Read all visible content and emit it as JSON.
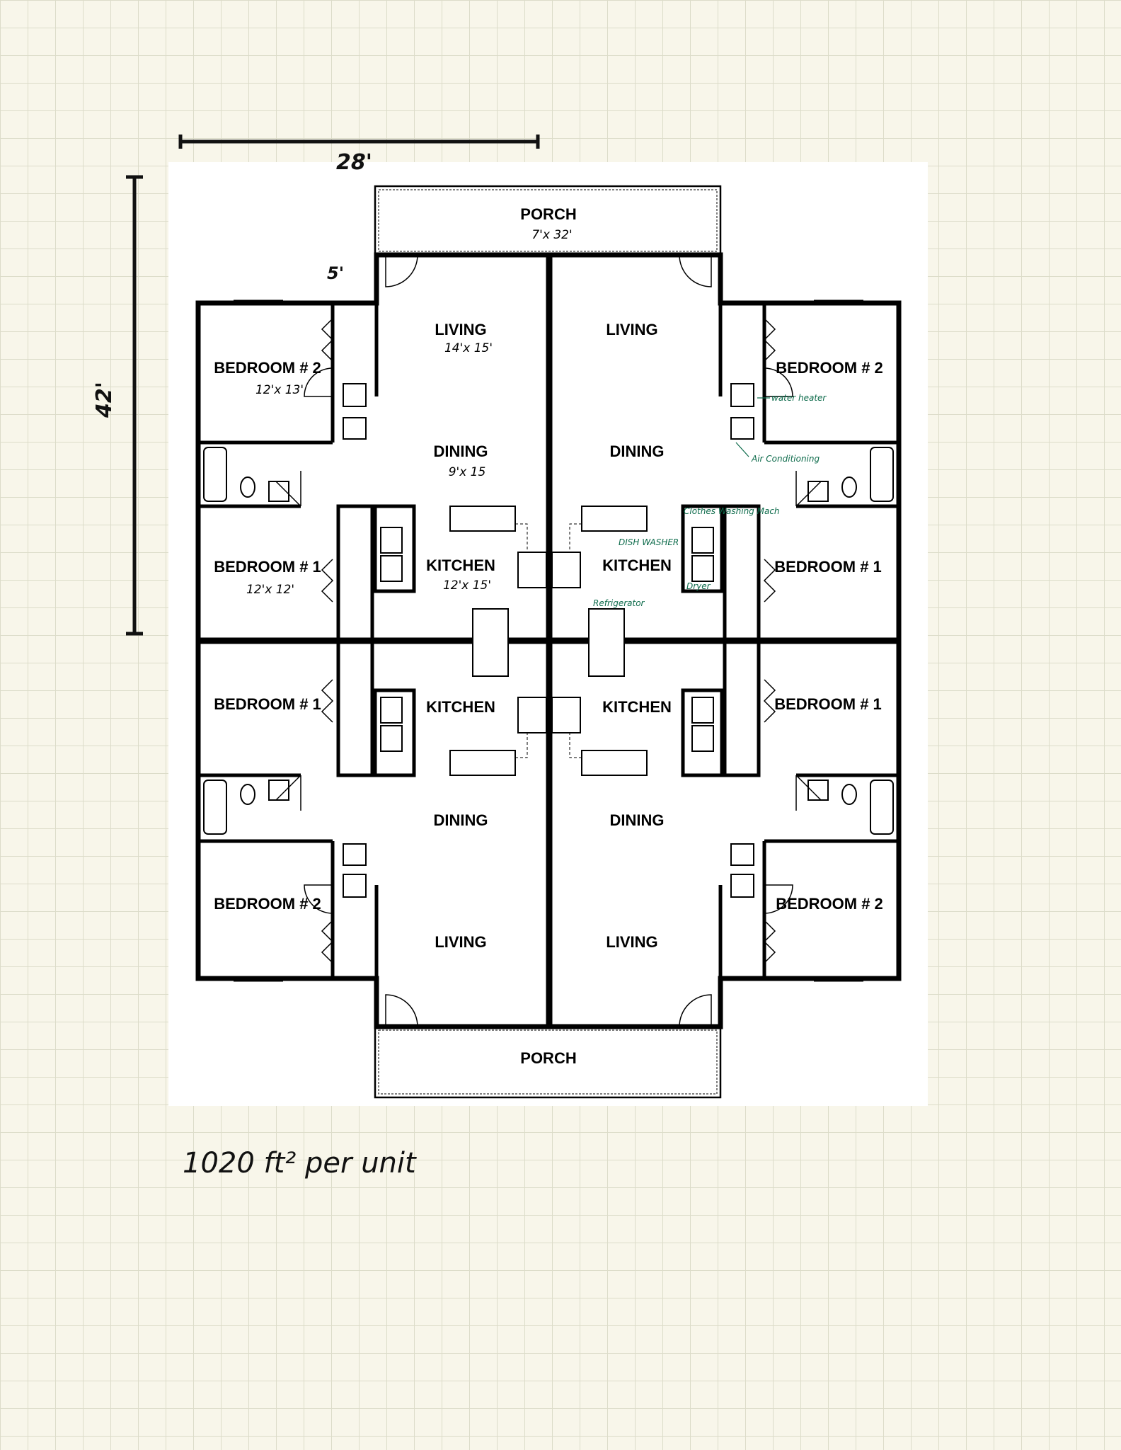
{
  "scale": {
    "width_label": "28'",
    "height_label": "42'",
    "porch_offset_label": "5'"
  },
  "footer": {
    "area_text": "1020 ft² per unit"
  },
  "rooms": {
    "porch_top": "PORCH",
    "porch_top_dim": "7'x 32'",
    "porch_bottom": "PORCH",
    "unit_tl": {
      "living": "LIVING",
      "living_dim": "14'x 15'",
      "dining": "DINING",
      "dining_dim": "9'x 15",
      "kitchen": "KITCHEN",
      "kitchen_dim": "12'x 15'",
      "bedroom2": "BEDROOM # 2",
      "bedroom2_dim": "12'x 13'",
      "bedroom1": "BEDROOM # 1",
      "bedroom1_dim": "12'x 12'"
    },
    "unit_tr": {
      "living": "LIVING",
      "dining": "DINING",
      "kitchen": "KITCHEN",
      "bedroom2": "BEDROOM # 2",
      "bedroom1": "BEDROOM # 1"
    },
    "unit_bl": {
      "living": "LIVING",
      "dining": "DINING",
      "kitchen": "KITCHEN",
      "bedroom2": "BEDROOM # 2",
      "bedroom1": "BEDROOM # 1"
    },
    "unit_br": {
      "living": "LIVING",
      "dining": "DINING",
      "kitchen": "KITCHEN",
      "bedroom2": "BEDROOM # 2",
      "bedroom1": "BEDROOM # 1"
    }
  },
  "annotations": {
    "water_heater": "water heater",
    "air_conditioning": "Air Conditioning",
    "clothes_washing": "Clothes Washing Mach",
    "dish_washer": "DISH WASHER",
    "dryer": "Dryer",
    "refrigerator": "Refrigerator"
  }
}
